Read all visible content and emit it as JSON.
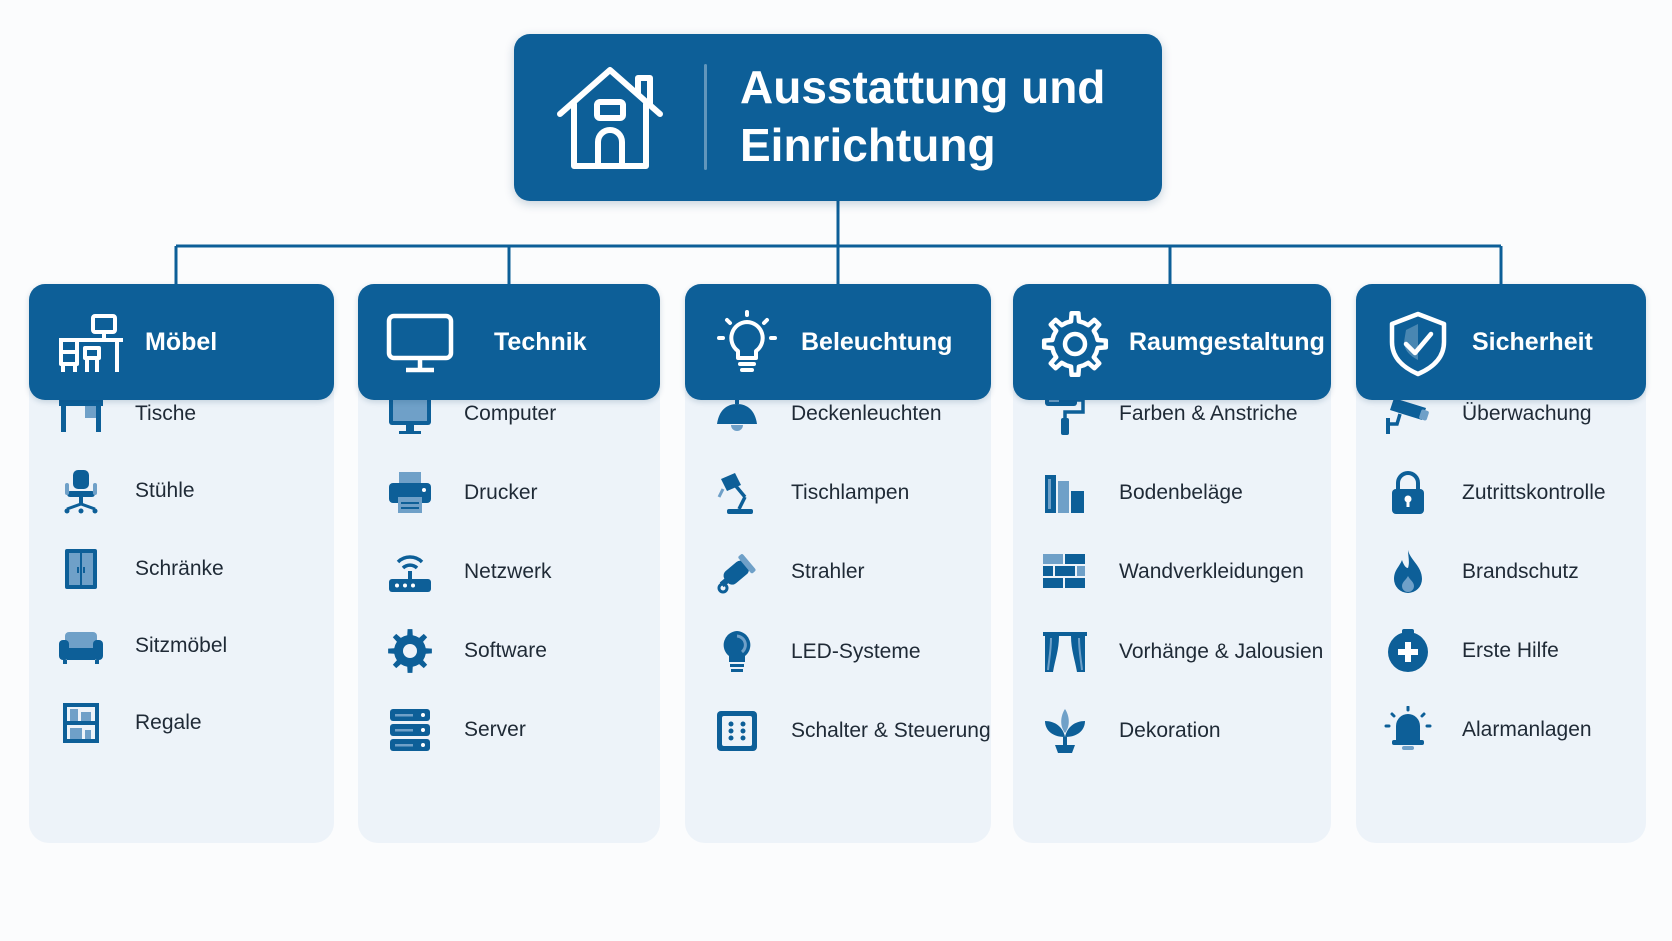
{
  "colors": {
    "primary": "#0d5f98",
    "panel": "#edf3f9",
    "text": "#1f2a36",
    "background": "#fbfcfd"
  },
  "root": {
    "title": "Ausstattung und Einrichtung",
    "icon": "house-icon"
  },
  "categories": [
    {
      "title": "Möbel",
      "icon": "desk-workstation-icon",
      "items": [
        {
          "label": "Tische",
          "icon": "table-icon"
        },
        {
          "label": "Stühle",
          "icon": "office-chair-icon"
        },
        {
          "label": "Schränke",
          "icon": "cabinet-icon"
        },
        {
          "label": "Sitzmöbel",
          "icon": "sofa-icon"
        },
        {
          "label": "Regale",
          "icon": "shelf-icon"
        }
      ]
    },
    {
      "title": "Technik",
      "icon": "monitor-icon",
      "items": [
        {
          "label": "Computer",
          "icon": "computer-icon"
        },
        {
          "label": "Drucker",
          "icon": "printer-icon"
        },
        {
          "label": "Netzwerk",
          "icon": "router-icon"
        },
        {
          "label": "Software",
          "icon": "gear-icon"
        },
        {
          "label": "Server",
          "icon": "server-icon"
        }
      ]
    },
    {
      "title": "Beleuchtung",
      "icon": "lightbulb-icon",
      "items": [
        {
          "label": "Deckenleuchten",
          "icon": "ceiling-lamp-icon"
        },
        {
          "label": "Tischlampen",
          "icon": "desk-lamp-icon"
        },
        {
          "label": "Strahler",
          "icon": "spotlight-icon"
        },
        {
          "label": "LED-Systeme",
          "icon": "led-bulb-icon"
        },
        {
          "label": "Schalter & Steuerung",
          "icon": "switch-panel-icon"
        }
      ]
    },
    {
      "title": "Raumgestaltung",
      "icon": "gear-icon",
      "items": [
        {
          "label": "Farben & Anstriche",
          "icon": "paint-roller-icon"
        },
        {
          "label": "Bodenbeläge",
          "icon": "flooring-icon"
        },
        {
          "label": "Wandverkleidungen",
          "icon": "wall-bricks-icon"
        },
        {
          "label": "Vorhänge & Jalousien",
          "icon": "curtains-icon"
        },
        {
          "label": "Dekoration",
          "icon": "plant-icon"
        }
      ]
    },
    {
      "title": "Sicherheit",
      "icon": "shield-check-icon",
      "items": [
        {
          "label": "Überwachung",
          "icon": "security-camera-icon"
        },
        {
          "label": "Zutrittskontrolle",
          "icon": "padlock-icon"
        },
        {
          "label": "Brandschutz",
          "icon": "flame-icon"
        },
        {
          "label": "Erste Hilfe",
          "icon": "first-aid-icon"
        },
        {
          "label": "Alarmanlagen",
          "icon": "alarm-bell-icon"
        }
      ]
    }
  ]
}
